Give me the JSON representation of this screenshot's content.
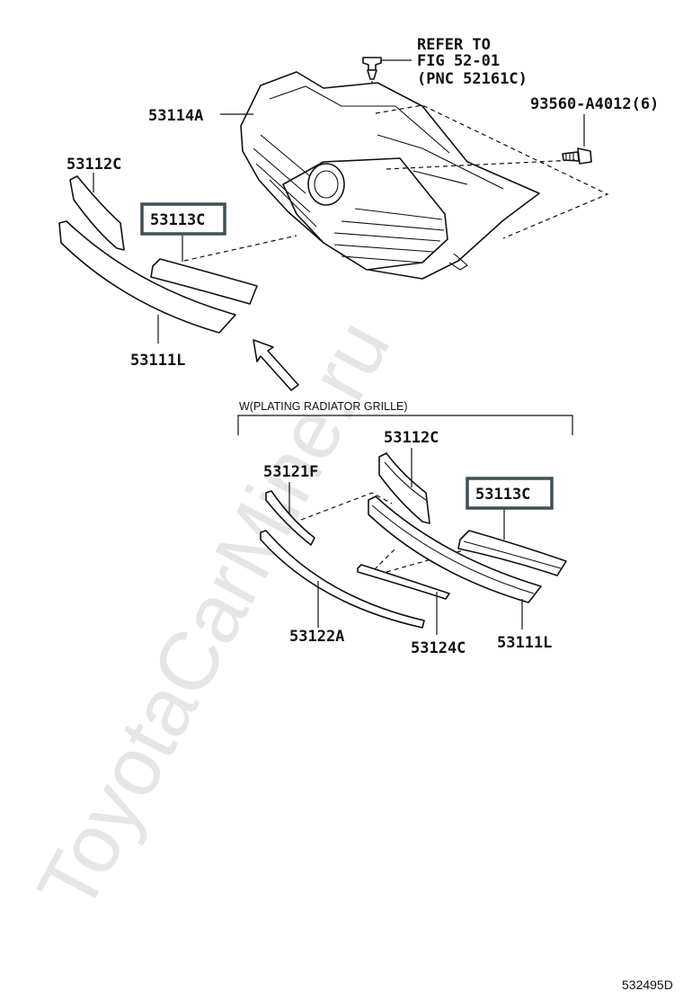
{
  "labels": {
    "refer_line1": "REFER TO",
    "refer_line2": "FIG 52-01",
    "refer_line3": "(PNC 52161C)",
    "bolt": "93560-A4012(6)",
    "grille": "53114A",
    "upper_molding_top": "53112C",
    "highlight_top": "53113C",
    "lower_molding_top": "53111L",
    "variant_caption": "W(PLATING RADIATOR GRILLE)",
    "upper_molding_bottom": "53112C",
    "molding_f": "53121F",
    "highlight_bottom": "53113C",
    "molding_a": "53122A",
    "molding_c": "53124C",
    "lower_molding_bottom": "53111L"
  },
  "watermark": "ToyotaCarMine.ru",
  "diagram_code": "532495D",
  "colors": {
    "highlight_border": "#3f4f55",
    "watermark": "#e6e6e6"
  }
}
